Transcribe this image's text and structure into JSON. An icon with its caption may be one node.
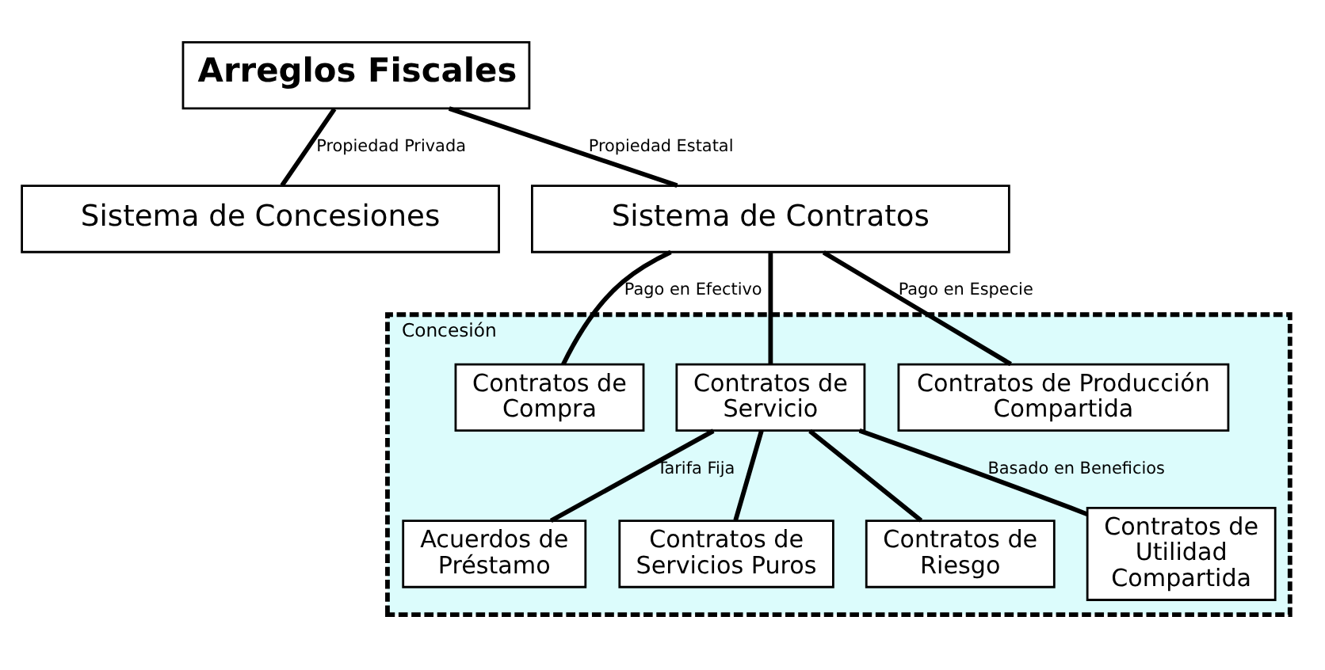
{
  "diagram": {
    "nodes": [
      {
        "text": [
          "Arreglos Fiscales"
        ]
      },
      {
        "text": [
          "Sistema de Concesiones"
        ]
      },
      {
        "text": [
          "Sistema de Contratos"
        ]
      },
      {
        "text": [
          "Concesión"
        ]
      },
      {
        "text": [
          "Contratos de Compra"
        ],
        "in": 3
      },
      {
        "text": [
          "Contratos de Servicio"
        ],
        "in": 3
      },
      {
        "text": [
          "Contratos de Producción Compartida"
        ],
        "in": 3
      },
      {
        "text": [
          "Acuerdos de Préstamo"
        ],
        "in": 3
      },
      {
        "text": [
          "Contratos de Servicios Puros"
        ],
        "in": 3
      },
      {
        "text": [
          "Contratos de Riesgo"
        ],
        "in": 3
      },
      {
        "text": [
          "Contratos de Utilidad Compartida"
        ],
        "in": 3
      }
    ],
    "edges": [
      {
        "from": 0,
        "to": 1,
        "arrow": "none",
        "label": "Propiedad Privada"
      },
      {
        "from": 0,
        "to": 2,
        "arrow": "none",
        "label": "Propiedad Estatal"
      },
      {
        "from": 2,
        "to": 4,
        "arrow": "none",
        "label": "Pago en Efectivo"
      },
      {
        "from": 2,
        "to": 5,
        "arrow": "none"
      },
      {
        "from": 2,
        "to": 6,
        "arrow": "none",
        "label": "Pago en Especie"
      },
      {
        "from": 5,
        "to": 7,
        "arrow": "none",
        "label": "Tarifa Fija"
      },
      {
        "from": 5,
        "to": 8,
        "arrow": "none"
      },
      {
        "from": 5,
        "to": 9,
        "arrow": "none"
      },
      {
        "from": 5,
        "to": 10,
        "arrow": "none",
        "label": "Basado en Beneficios"
      }
    ]
  }
}
